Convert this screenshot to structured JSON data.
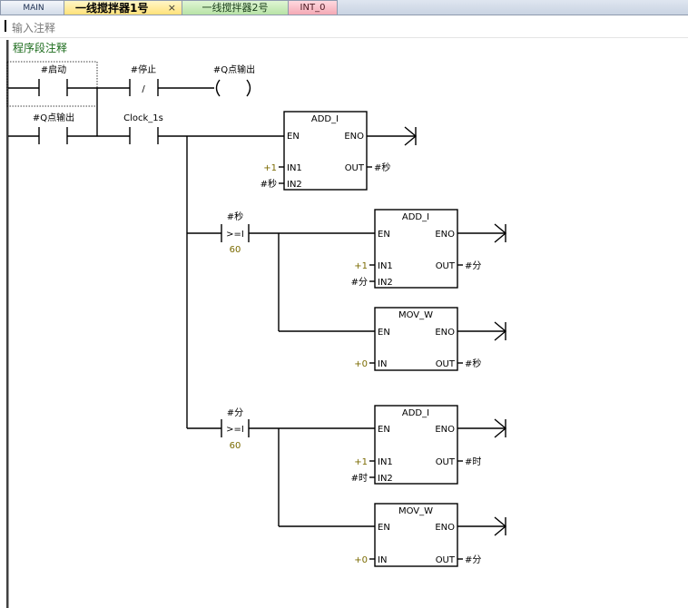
{
  "tabs": [
    {
      "label": "MAIN"
    },
    {
      "label": "一线搅拌器1号",
      "close": "×"
    },
    {
      "label": "一线搅拌器2号"
    },
    {
      "label": "INT_0"
    }
  ],
  "comment_input": {
    "placeholder": "输入注释"
  },
  "network_comment": "程序段注释",
  "rung1": {
    "contact_start": "#启动",
    "contact_stop": "#停止",
    "stop_symbol": "/",
    "coil": "#Q点输出",
    "contact_hold": "#Q点输出",
    "contact_clock": "Clock_1s"
  },
  "block1": {
    "title": "ADD_I",
    "en": "EN",
    "eno": "ENO",
    "in1": "IN1",
    "in2": "IN2",
    "out": "OUT",
    "in1_val": "+1",
    "in2_val": "#秒",
    "out_val": "#秒"
  },
  "cmp1": {
    "var": "#秒",
    "op": ">=I",
    "value": "60"
  },
  "block2": {
    "title": "ADD_I",
    "en": "EN",
    "eno": "ENO",
    "in1": "IN1",
    "in2": "IN2",
    "out": "OUT",
    "in1_val": "+1",
    "in2_val": "#分",
    "out_val": "#分"
  },
  "block3": {
    "title": "MOV_W",
    "en": "EN",
    "eno": "ENO",
    "in": "IN",
    "out": "OUT",
    "in_val": "+0",
    "out_val": "#秒"
  },
  "cmp2": {
    "var": "#分",
    "op": ">=I",
    "value": "60"
  },
  "block4": {
    "title": "ADD_I",
    "en": "EN",
    "eno": "ENO",
    "in1": "IN1",
    "in2": "IN2",
    "out": "OUT",
    "in1_val": "+1",
    "in2_val": "#时",
    "out_val": "#时"
  },
  "block5": {
    "title": "MOV_W",
    "en": "EN",
    "eno": "ENO",
    "in": "IN",
    "out": "OUT",
    "in_val": "+0",
    "out_val": "#分"
  }
}
